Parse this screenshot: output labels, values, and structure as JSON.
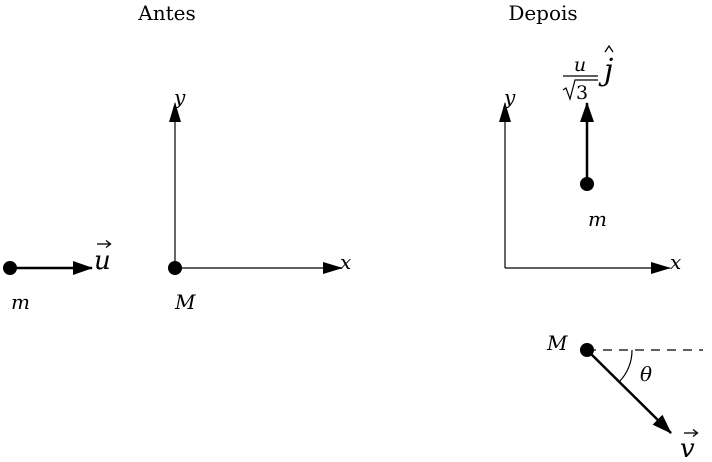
{
  "before": {
    "title": "Antes",
    "axes": {
      "x": "x",
      "y": "y"
    },
    "small_mass": {
      "label": "m",
      "velocity_label": "u"
    },
    "big_mass": {
      "label": "M"
    }
  },
  "after": {
    "title": "Depois",
    "axes": {
      "x": "x",
      "y": "y"
    },
    "small_mass": {
      "label": "m",
      "velocity_numerator": "u",
      "velocity_denominator": "3",
      "velocity_unit_vector": "j"
    },
    "big_mass": {
      "label": "M",
      "velocity_label": "v",
      "angle_label": "θ"
    }
  }
}
